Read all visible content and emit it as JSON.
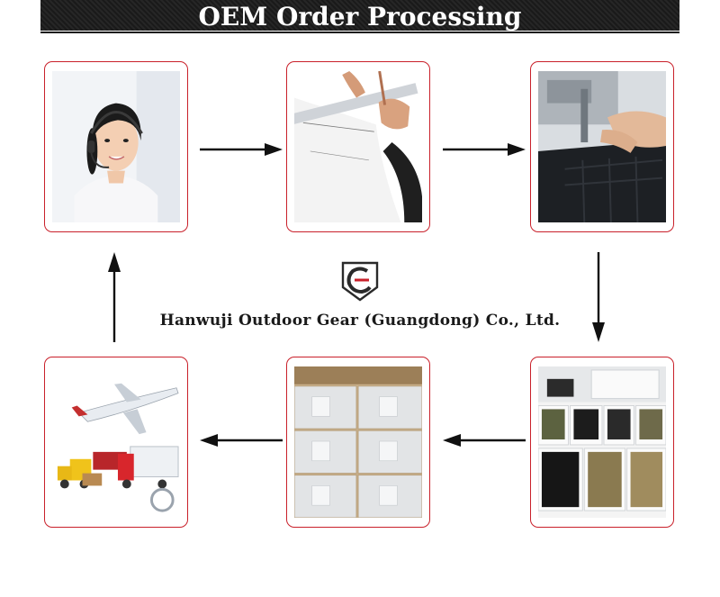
{
  "header": {
    "title": "OEM Order Processing"
  },
  "company": {
    "name": "Hanwuji Outdoor Gear (Guangdong) Co., Ltd."
  },
  "colors": {
    "accent": "#c9202a",
    "banner": "#1a1a1a",
    "arrow": "#111111"
  },
  "steps": [
    {
      "id": "customer-service",
      "icon": "headset-operator"
    },
    {
      "id": "pattern-design",
      "icon": "ruler-drafting"
    },
    {
      "id": "sewing",
      "icon": "sewing-machine"
    },
    {
      "id": "quality-sorting",
      "icon": "parts-baskets"
    },
    {
      "id": "packing",
      "icon": "carton-boxes"
    },
    {
      "id": "shipping",
      "icon": "plane-trucks"
    }
  ]
}
